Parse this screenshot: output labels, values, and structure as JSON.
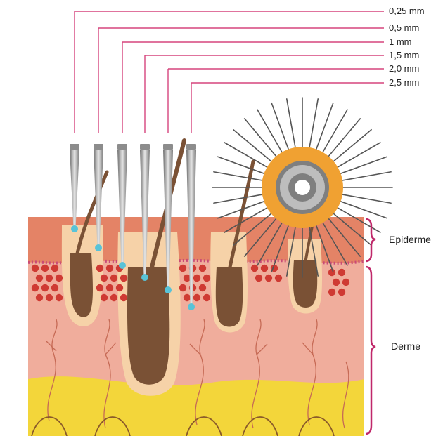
{
  "depths": [
    "0,25 mm",
    "0,5 mm",
    "1 mm",
    "1,5 mm",
    "2,0 mm",
    "2,5 mm"
  ],
  "layers": {
    "epidermis": "Epiderme",
    "dermis": "Derme"
  },
  "colors": {
    "leader_line": "#d6457d",
    "bracket": "#c0286a",
    "needle_tip": "#58c3d8",
    "epidermis": "#e48366",
    "dermis": "#f0ad9c",
    "fat": "#f3d63a",
    "hair": "#7a5135",
    "follicle": "#f6d2a8",
    "blood_cell": "#cf3a33",
    "roller_orange": "#f0a132"
  }
}
